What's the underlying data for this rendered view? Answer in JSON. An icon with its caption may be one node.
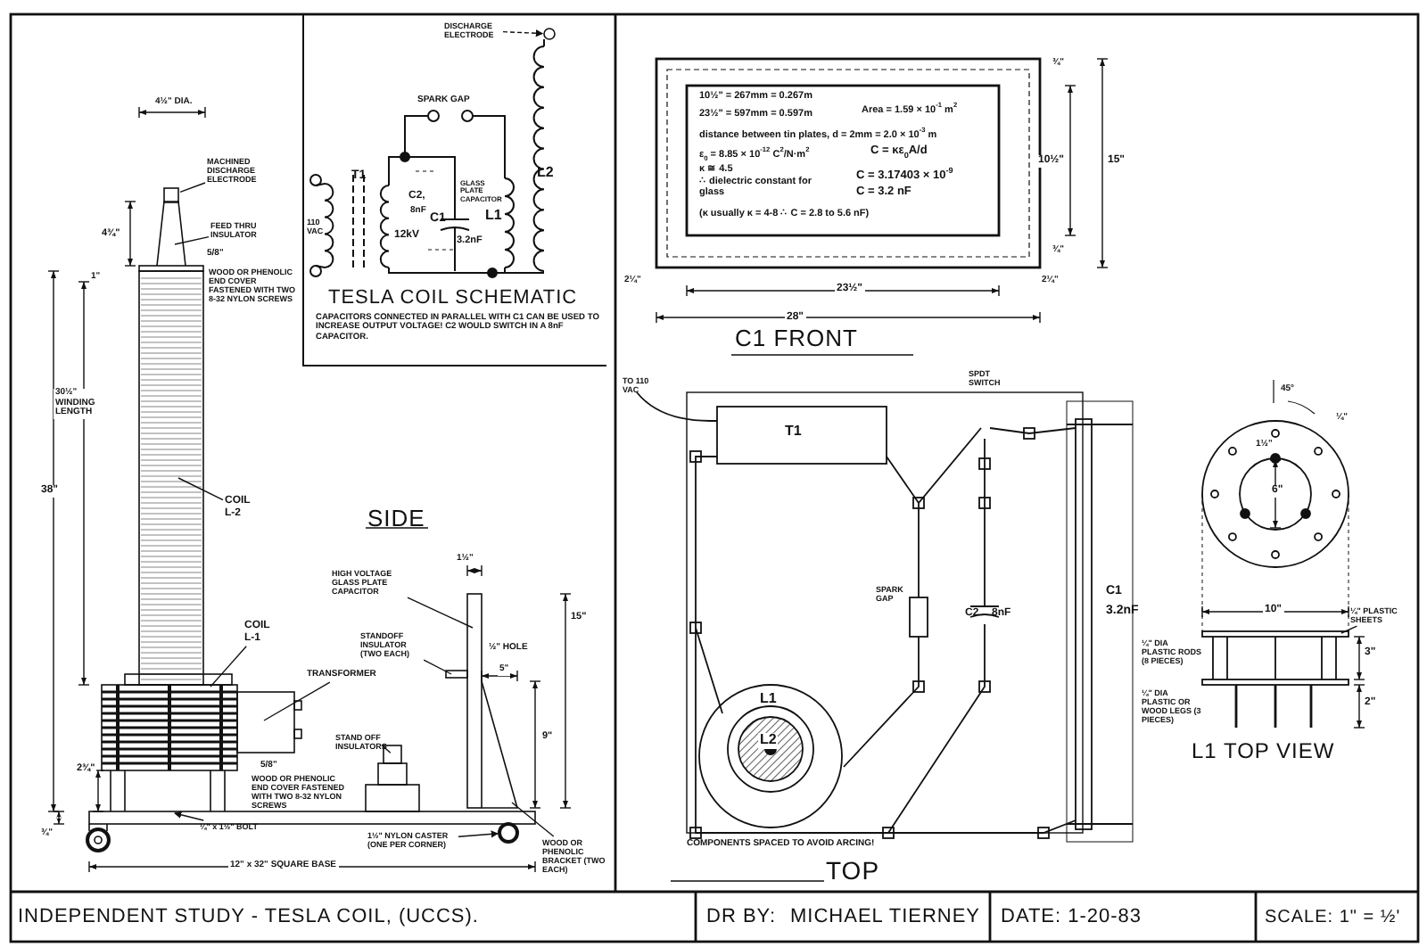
{
  "diagram": {
    "nodes": [
      {
        "text": [
          "MACHINED DISCHARGE ELECTRODE"
        ]
      },
      {
        "text": [
          "FEED THRU INSULATOR"
        ]
      },
      {
        "text": [
          "COIL L-2"
        ]
      },
      {
        "text": [
          "COIL L-1"
        ]
      },
      {
        "text": [
          "TRANSFORMER"
        ]
      },
      {
        "text": [
          "¼\" x 1½\" BOLT"
        ]
      },
      {
        "text": [
          "HIGH VOLTAGE GLASS PLATE CAPACITOR"
        ]
      },
      {
        "text": [
          "STANDOFF INSULATOR (TWO EACH)"
        ]
      },
      {
        "text": [
          "STAND OFF INSULATORS"
        ]
      },
      {
        "text": [
          "1½\" NYLON CASTER (ONE PER CORNER)"
        ]
      },
      {
        "text": [
          "WOOD OR PHENOLIC BRACKET (TWO EACH)"
        ]
      },
      {
        "text": [
          "DISCHARGE ELECTRODE"
        ]
      },
      {
        "text": [
          "¼\" PLASTIC SHEETS"
        ]
      },
      {
        "text": [],
        "shape": "circle"
      },
      {
        "text": [],
        "shape": "circle"
      },
      {
        "text": [],
        "shape": "box"
      },
      {
        "text": [],
        "shape": "box"
      }
    ],
    "edges": [
      {
        "from": 0,
        "to": 15,
        "arrow": "none"
      },
      {
        "from": 1,
        "to": null,
        "arrow": "none"
      },
      {
        "from": 2,
        "to": null,
        "arrow": "none"
      },
      {
        "from": 3,
        "to": null,
        "arrow": "none"
      },
      {
        "from": 4,
        "to": null,
        "arrow": "none"
      },
      {
        "from": 5,
        "to": null,
        "arrow": "to"
      },
      {
        "from": 6,
        "to": null,
        "arrow": "none"
      },
      {
        "from": 7,
        "to": null,
        "arrow": "none"
      },
      {
        "from": 8,
        "to": 16,
        "arrow": "none"
      },
      {
        "from": 9,
        "to": 13,
        "arrow": "to"
      },
      {
        "from": 10,
        "to": null,
        "arrow": "none"
      },
      {
        "from": 11,
        "to": 14,
        "arrow": "to",
        "style": "dashed"
      },
      {
        "from": 12,
        "to": null,
        "arrow": "none"
      }
    ],
    "labels": [
      "4½\" DIA.",
      "4¾\"",
      "5/8\"",
      "WOOD OR PHENOLIC END COVER FASTENED WITH TWO 8-32 NYLON SCREWS",
      "1\"",
      "30½\" WINDING LENGTH",
      "38\"",
      "2¾\"",
      "5/8\"",
      "WOOD OR PHENOLIC END COVER FASTENED WITH TWO 8-32 NYLON SCREWS",
      "¾\"",
      "12\" x 32\" SQUARE BASE",
      "SIDE",
      "1½\"",
      "½\" HOLE",
      "5\"",
      "15\"",
      "9\"",
      "SPARK GAP",
      "T1",
      "110 VAC",
      "C2,",
      "8nF",
      "C1",
      "12kV",
      "GLASS PLATE CAPACITOR",
      "3.2nF",
      "L1",
      "L2",
      "TESLA COIL SCHEMATIC",
      "CAPACITORS CONNECTED IN PARALLEL WITH C1 CAN BE USED TO INCREASE OUTPUT VOLTAGE! C2 WOULD SWITCH IN A 8nF CAPACITOR.",
      "10½\" = 267mm = 0.267m",
      "23½\" = 597mm = 0.597m",
      "Area = 1.59 × 10$^{-1}$ m$^{2}$",
      "distance between tin plates, d = 2mm = 2.0 × 10$^{-3}$ m",
      "ε$_{0}$ = 8.85 × 10$^{-12}$ C$^{2}$/N·m$^{2}$",
      "C = κε$_{0}$A/d",
      "κ ≅ 4.5",
      "∴ dielectric constant for glass",
      "C = 3.17403 × 10$^{-9}$",
      "C = 3.2 nF",
      "(κ usually κ = 4-8 ∴ C = 2.8 to 5.6 nF)",
      "¾\"",
      "10½\"",
      "15\"",
      "¾\"",
      "2¼\"",
      "23½\"",
      "2¼\"",
      "28\"",
      "C1 FRONT",
      "T1",
      "SPDT SWITCH",
      "SPARK GAP",
      "C2",
      "C1",
      "3.2nF",
      "L1",
      "L2",
      "COMPONENTS SPACED TO AVOID ARCING!",
      "TOP",
      "45°",
      "¼\"",
      "1½\"",
      "6\"",
      "10\"",
      "3\"",
      "2\"",
      "¼\" DIA PLASTIC RODS (8 PIECES)",
      "¼\" DIA PLASTIC OR WOOD LEGS (3 PIECES)",
      "L1 TOP VIEW",
      "INDEPENDENT STUDY - TESLA COIL, (UCCS).",
      "DR BY:",
      "MICHAEL TIERNEY",
      "DATE: 1-20-83",
      "SCALE: 1\" = ½'",
      "TO 110 VAC",
      "8nF"
    ]
  }
}
